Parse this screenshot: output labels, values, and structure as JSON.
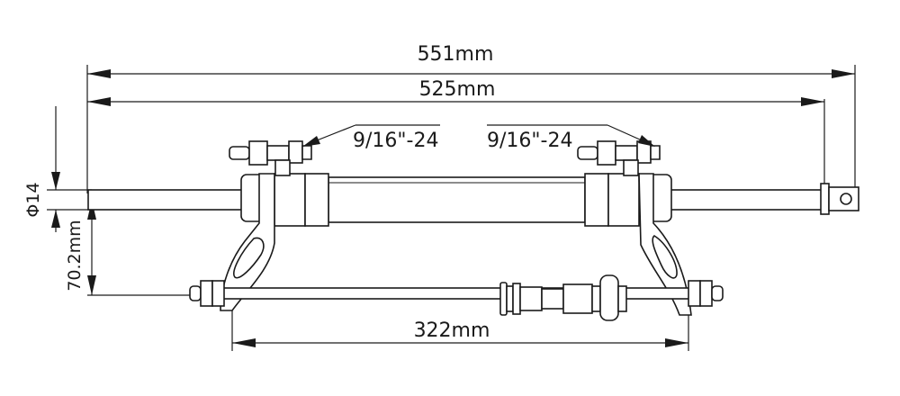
{
  "dimensions": {
    "overall_length": "551mm",
    "body_length": "525mm",
    "rod_diameter": "Φ14",
    "mount_offset": "70.2mm",
    "bracket_span": "322mm"
  },
  "fittings": {
    "left_port": "9/16\"-24",
    "right_port": "9/16\"-24"
  },
  "colors": {
    "line": "#1a1a1a",
    "background": "#ffffff"
  }
}
